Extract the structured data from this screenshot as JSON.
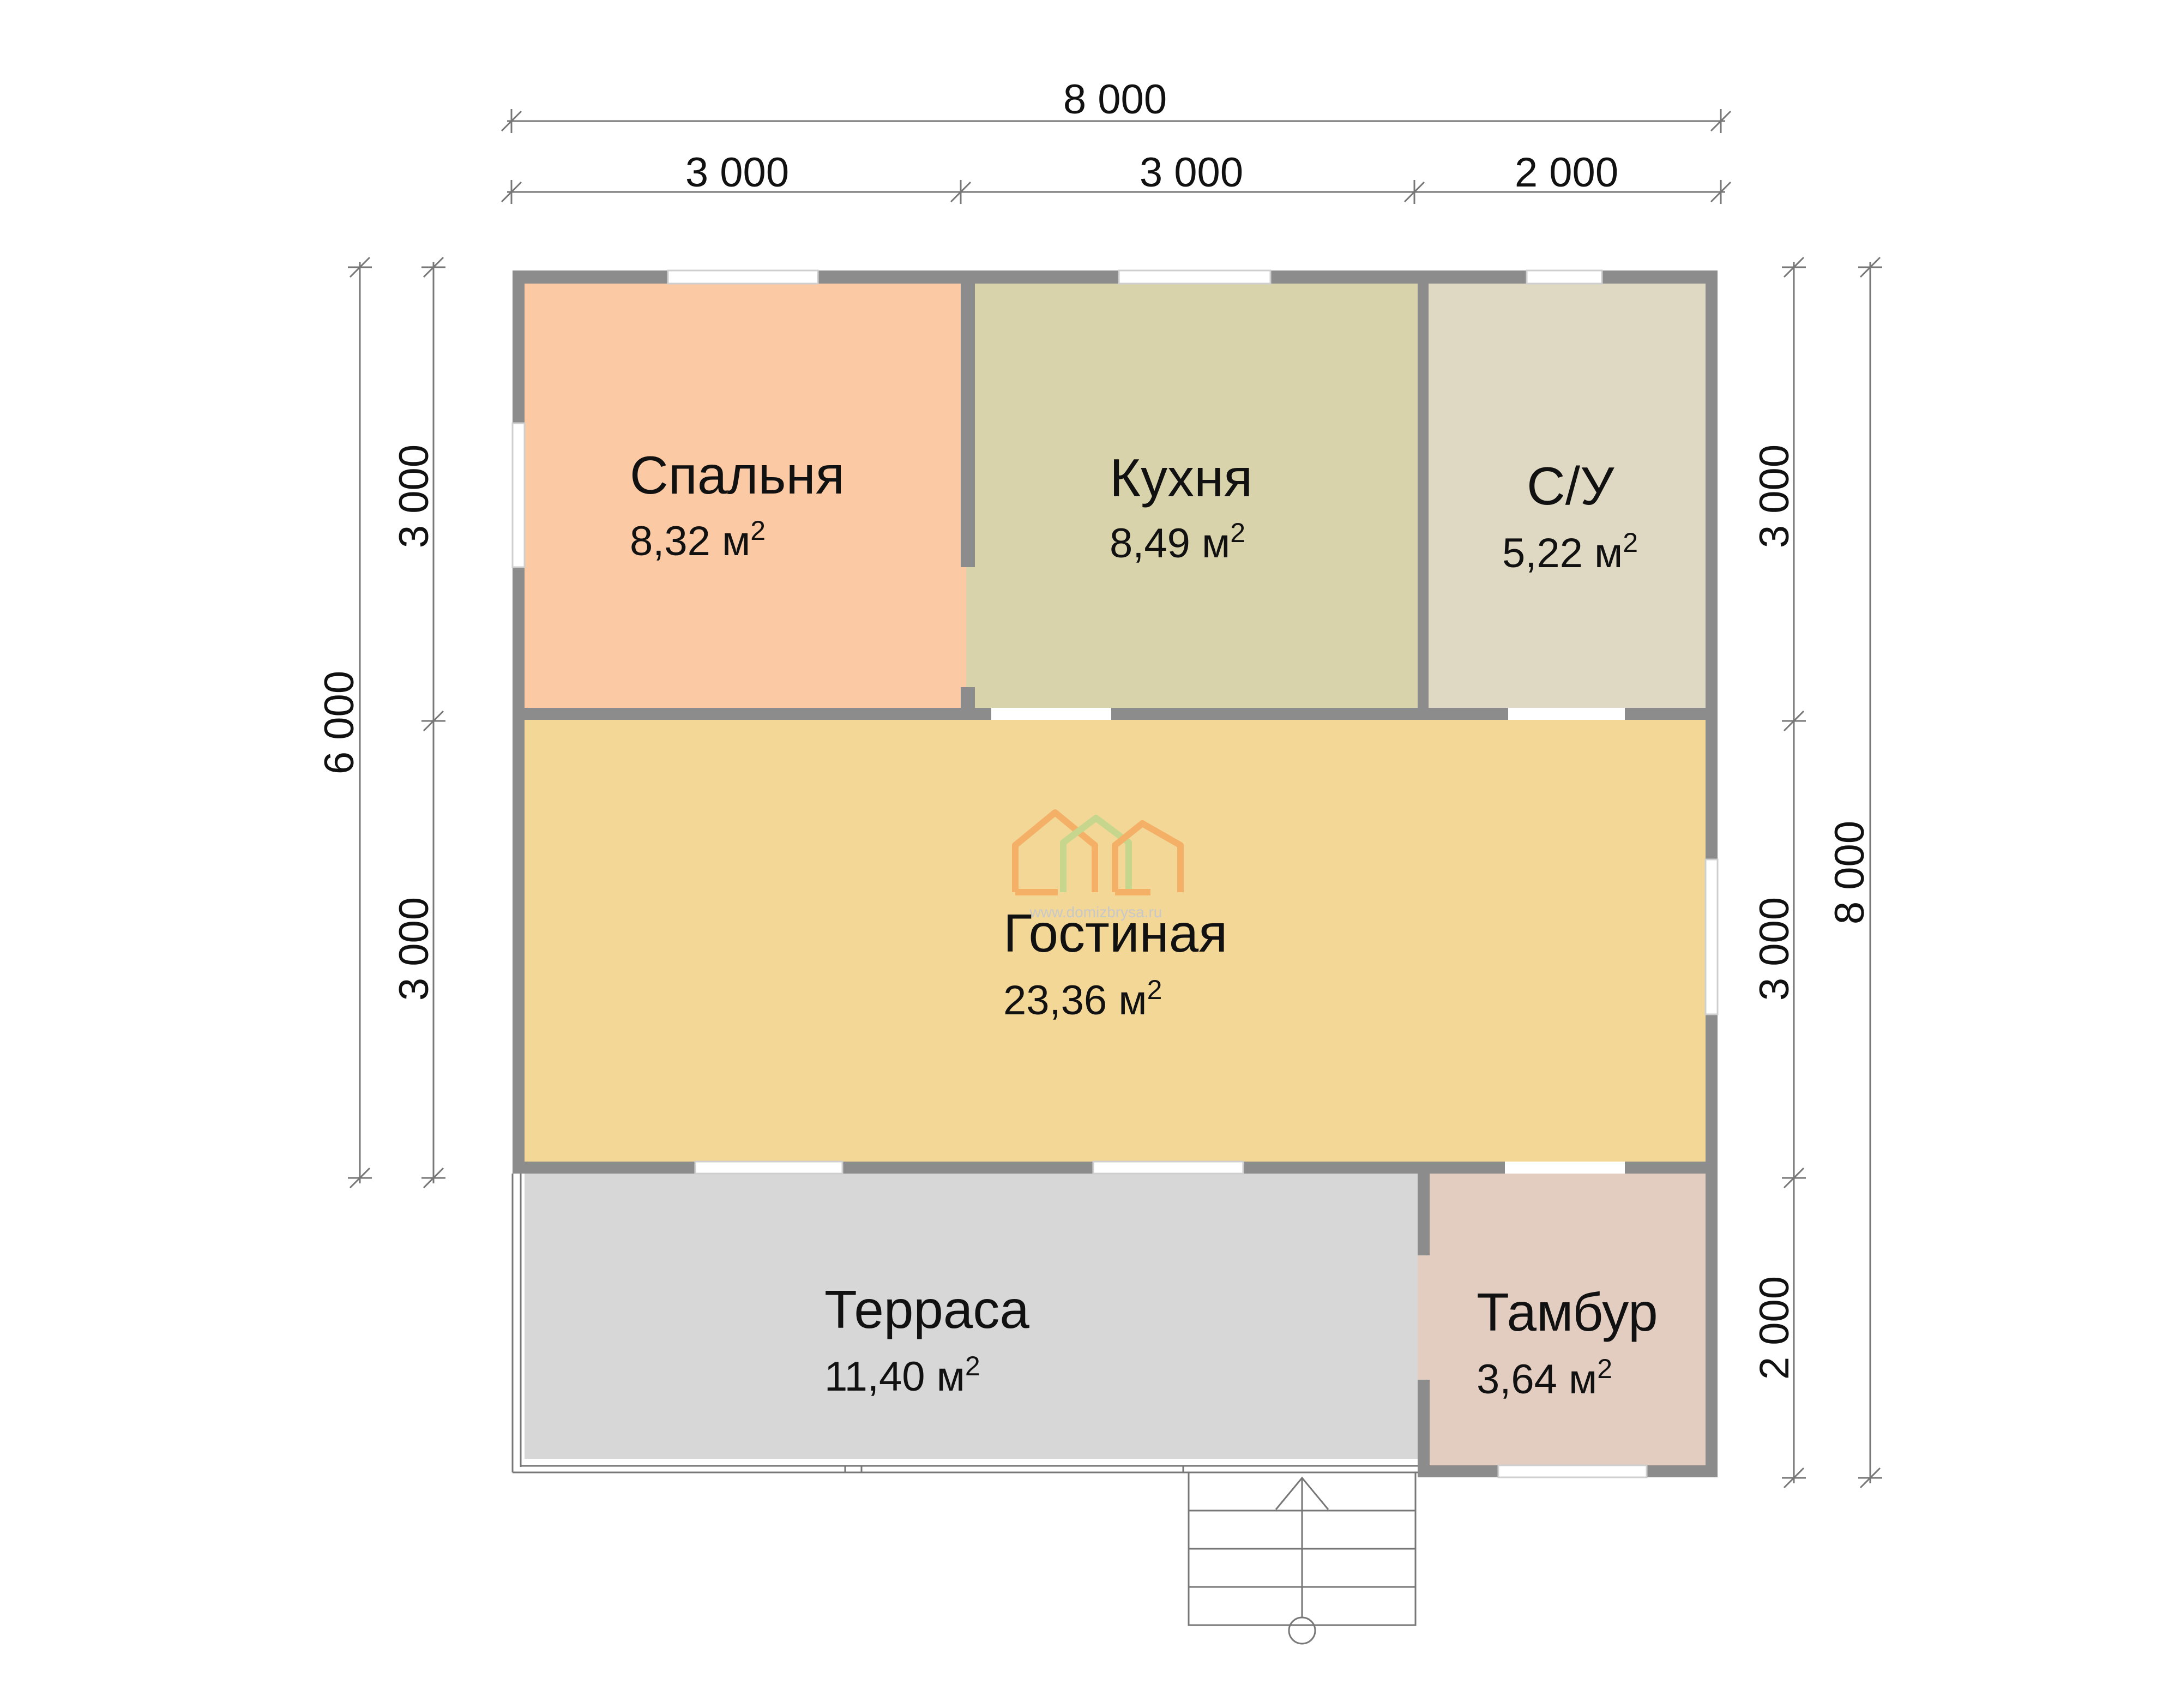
{
  "dimensions": {
    "top_total": "8 000",
    "top_left": "3 000",
    "top_mid": "3 000",
    "top_right": "2 000",
    "left_total": "6 000",
    "left_upper": "3 000",
    "left_lower": "3 000",
    "right_upper": "3 000",
    "right_mid": "3 000",
    "right_lower": "2 000",
    "right_total": "8 000"
  },
  "rooms": {
    "bedroom": {
      "name": "Спальня",
      "area": "8,32 м",
      "unit_sup": "2",
      "color": "#fbcaa5"
    },
    "kitchen": {
      "name": "Кухня",
      "area": "8,49 м",
      "unit_sup": "2",
      "color": "#d9d3ab"
    },
    "bathroom": {
      "name": "С/У",
      "area": "5,22 м",
      "unit_sup": "2",
      "color": "#dfd9c3"
    },
    "living": {
      "name": "Гостиная",
      "area": "23,36 м",
      "unit_sup": "2",
      "color": "#f2d797"
    },
    "terrace": {
      "name": "Терраса",
      "area": "11,40 м",
      "unit_sup": "2",
      "color": "#d7d7d7"
    },
    "vestibule": {
      "name": "Тамбур",
      "area": "3,64 м",
      "unit_sup": "2",
      "color": "#e3cdc1"
    }
  },
  "colors": {
    "wall": "#8c8c8c",
    "line": "#555555",
    "logo_orange": "#f5b067",
    "logo_green": "#c7d68d"
  },
  "watermark": "www.domizbrysa.ru"
}
